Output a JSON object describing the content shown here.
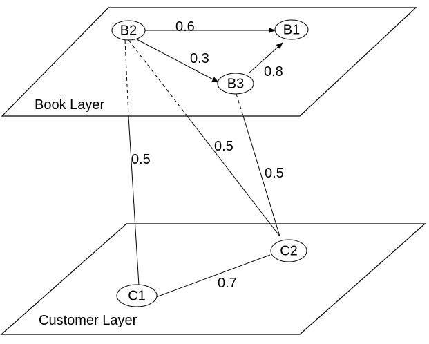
{
  "layers": {
    "book": {
      "label": "Book Layer"
    },
    "customer": {
      "label": "Customer Layer"
    }
  },
  "nodes": {
    "b1": {
      "label": "B1"
    },
    "b2": {
      "label": "B2"
    },
    "b3": {
      "label": "B3"
    },
    "c1": {
      "label": "C1"
    },
    "c2": {
      "label": "C2"
    }
  },
  "edges": {
    "b2_b1": {
      "from": "B2",
      "to": "B1",
      "weight": "0.6",
      "style": "arrow"
    },
    "b2_b3": {
      "from": "B2",
      "to": "B3",
      "weight": "0.3",
      "style": "arrow"
    },
    "b3_b1": {
      "from": "B3",
      "to": "B1",
      "weight": "0.8",
      "style": "arrow"
    },
    "c1_b2": {
      "from": "C1",
      "to": "B2",
      "weight": "0.5",
      "style": "line-dashed-above-plane"
    },
    "c2_b2": {
      "from": "C2",
      "to": "B2",
      "weight": "0.5",
      "style": "line-dashed-above-plane"
    },
    "c2_b3": {
      "from": "C2",
      "to": "B3",
      "weight": "0.5",
      "style": "line-dashed-above-plane"
    },
    "c1_c2": {
      "from": "C1",
      "to": "C2",
      "weight": "0.7",
      "style": "line"
    }
  }
}
